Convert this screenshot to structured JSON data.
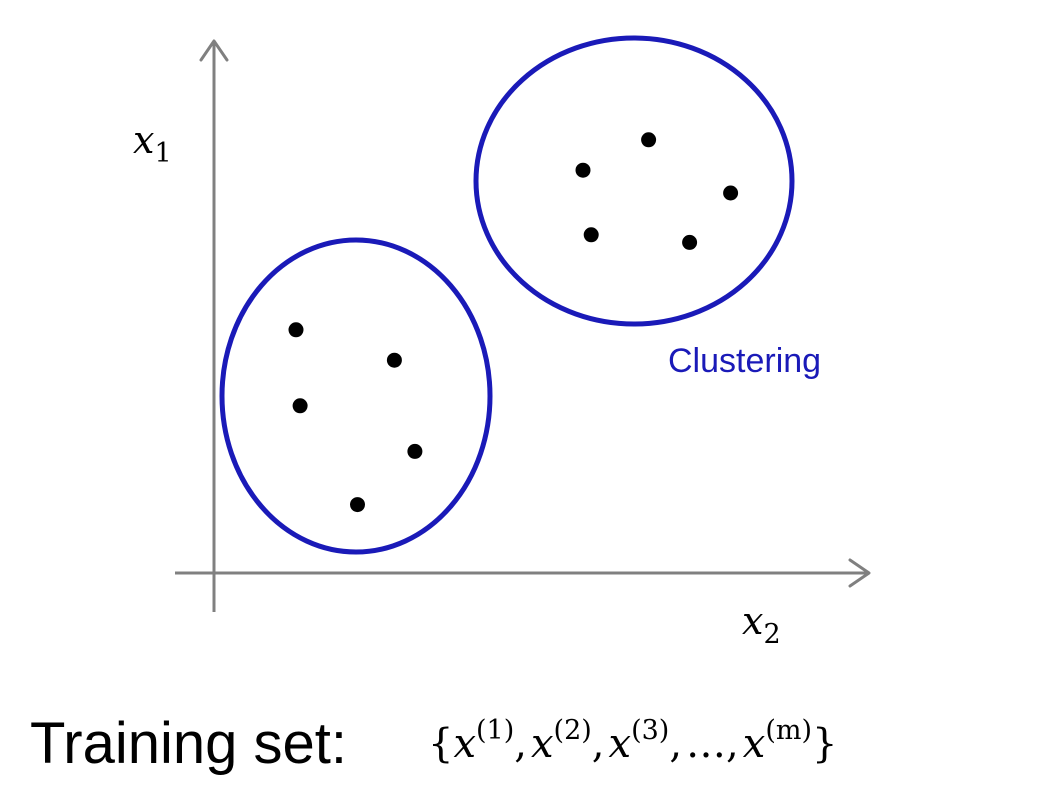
{
  "axes": {
    "y_label_base": "x",
    "y_label_sub": "1",
    "x_label_base": "x",
    "x_label_sub": "2"
  },
  "clusters": [
    {
      "name": "lower-left",
      "points": [
        [
          1.0,
          3.2
        ],
        [
          2.2,
          2.8
        ],
        [
          1.05,
          2.2
        ],
        [
          2.45,
          1.6
        ],
        [
          1.75,
          0.9
        ]
      ]
    },
    {
      "name": "upper-right",
      "points": [
        [
          4.5,
          5.3
        ],
        [
          5.3,
          5.7
        ],
        [
          6.3,
          5.0
        ],
        [
          4.6,
          4.45
        ],
        [
          5.8,
          4.35
        ]
      ]
    }
  ],
  "cluster_label": "Clustering",
  "training_set": {
    "label": "Training set:",
    "open_brace": "{",
    "close_brace": "}",
    "comma": ",",
    "ellipsis": "…",
    "var": "x",
    "superscripts": [
      "(1)",
      "(2)",
      "(3)",
      "(m)"
    ]
  },
  "colors": {
    "axis": "#808080",
    "cluster_outline": "#1a1ab8",
    "cluster_label": "#1a1ab8",
    "point": "#000000",
    "text": "#000000"
  }
}
